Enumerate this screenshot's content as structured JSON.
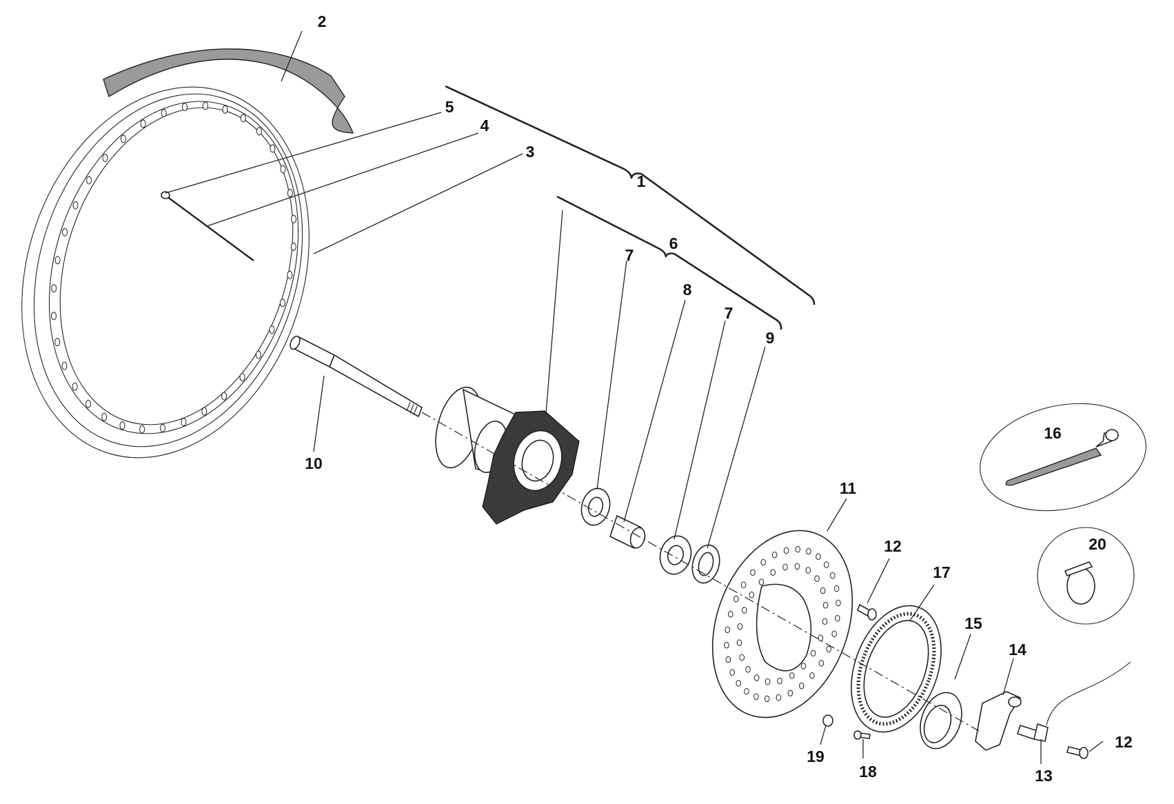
{
  "callouts": [
    {
      "id": "c2",
      "text": "2"
    },
    {
      "id": "c5",
      "text": "5"
    },
    {
      "id": "c4",
      "text": "4"
    },
    {
      "id": "c3",
      "text": "3"
    },
    {
      "id": "c1",
      "text": "1"
    },
    {
      "id": "c6",
      "text": "6"
    },
    {
      "id": "c7a",
      "text": "7"
    },
    {
      "id": "c8",
      "text": "8"
    },
    {
      "id": "c7b",
      "text": "7"
    },
    {
      "id": "c9",
      "text": "9"
    },
    {
      "id": "c10",
      "text": "10"
    },
    {
      "id": "c11",
      "text": "11"
    },
    {
      "id": "c12a",
      "text": "12"
    },
    {
      "id": "c17",
      "text": "17"
    },
    {
      "id": "c15",
      "text": "15"
    },
    {
      "id": "c14",
      "text": "14"
    },
    {
      "id": "c16",
      "text": "16"
    },
    {
      "id": "c20",
      "text": "20"
    },
    {
      "id": "c19",
      "text": "19"
    },
    {
      "id": "c18",
      "text": "18"
    },
    {
      "id": "c13",
      "text": "13"
    },
    {
      "id": "c12b",
      "text": "12"
    }
  ],
  "colors": {
    "line": "#222222",
    "background": "#ffffff",
    "rim_tape": "#9a9a9a"
  }
}
